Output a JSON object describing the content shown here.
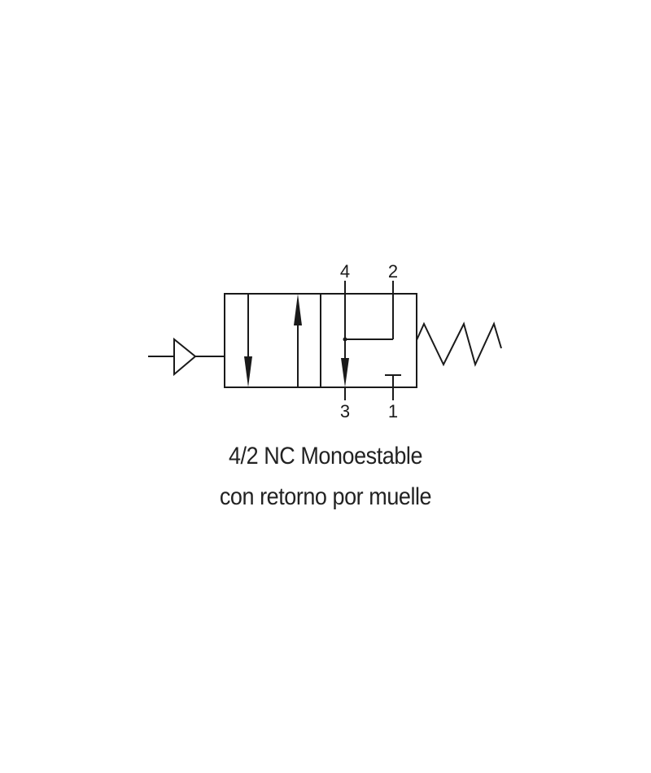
{
  "symbol": {
    "ports": {
      "port_4": "4",
      "port_2": "2",
      "port_3": "3",
      "port_1": "1"
    },
    "actuator": "pilot-pressure-triangle",
    "return": "spring"
  },
  "caption": {
    "line1": "4/2 NC Monoestable",
    "line2": "con retorno por muelle"
  },
  "colors": {
    "line": "#1a1a1a",
    "background": "#ffffff"
  }
}
